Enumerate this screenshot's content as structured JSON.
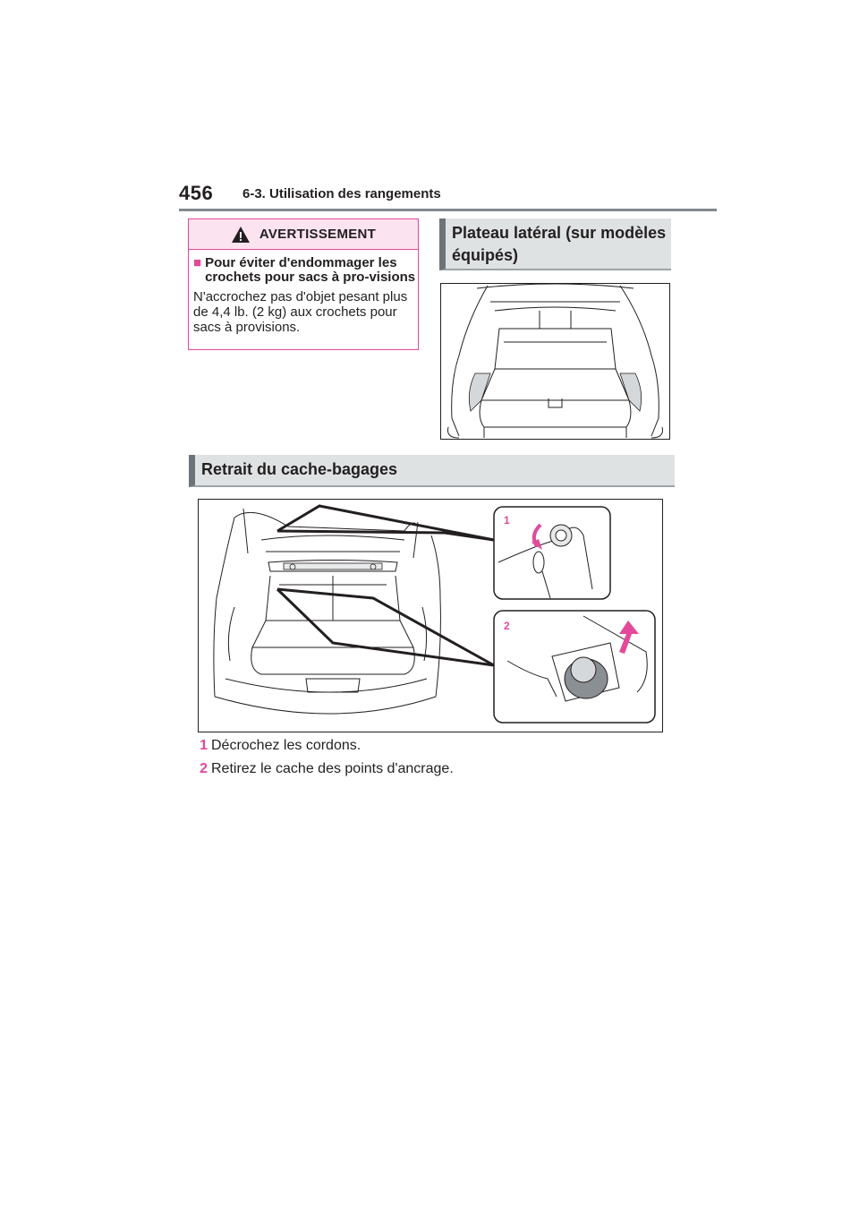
{
  "header": {
    "page_number": "456",
    "section_title": "6-3. Utilisation des rangements"
  },
  "warning": {
    "title": "AVERTISSEMENT",
    "subheading": "Pour éviter d'endommager les crochets pour sacs à pro-visions",
    "text": "N'accrochez pas d'objet pesant plus de 4,4 lb. (2 kg) aux crochets pour sacs à provisions."
  },
  "side_tray": {
    "heading": "Plateau latéral (sur modèles équipés)"
  },
  "cover_removal": {
    "heading": "Retrait du cache-bagages",
    "callouts": [
      "1",
      "2"
    ],
    "steps": [
      {
        "num": "1",
        "text": "Décrochez les cordons."
      },
      {
        "num": "2",
        "text": "Retirez le cache des points d'ancrage."
      }
    ]
  },
  "colors": {
    "accent": "#e3489a",
    "heading_bar": "#dfe2e3",
    "rule": "#808a8f"
  }
}
